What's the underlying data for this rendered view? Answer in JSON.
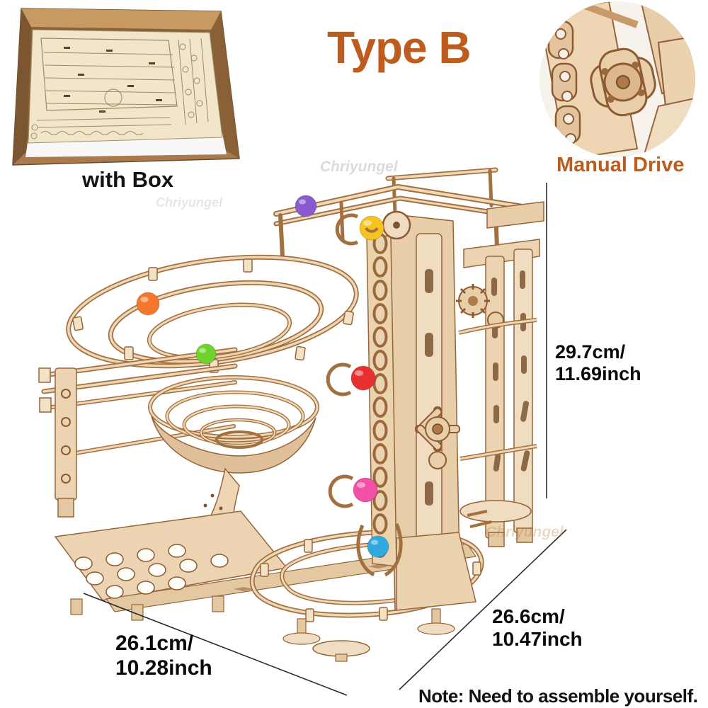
{
  "title": {
    "label": "Type B",
    "color": "#bd5c1c"
  },
  "box_inset": {
    "caption": "with Box"
  },
  "drive_inset": {
    "caption": "Manual Drive",
    "color": "#bd5c1c"
  },
  "dimensions": {
    "height": {
      "metric": "29.7cm/",
      "imperial": "11.69inch"
    },
    "length": {
      "metric": "26.1cm/",
      "imperial": "10.28inch"
    },
    "depth": {
      "metric": "26.6cm/",
      "imperial": "10.47inch"
    }
  },
  "note": {
    "text": "Note: Need to assemble yourself."
  },
  "watermark": {
    "text": "Chriyungel"
  },
  "product": {
    "type": "3d-wooden-marble-run-puzzle",
    "wood_color": "#ecd3b0",
    "wood_edge_color": "#96653a",
    "balls": [
      {
        "name": "purple-ball",
        "color": "#8b5ad1"
      },
      {
        "name": "yellow-ball",
        "color": "#f5c41e"
      },
      {
        "name": "orange-ball",
        "color": "#f4772c"
      },
      {
        "name": "green-ball",
        "color": "#6fd32d"
      },
      {
        "name": "red-ball",
        "color": "#e93030"
      },
      {
        "name": "pink-ball",
        "color": "#f24fa7"
      },
      {
        "name": "blue-ball",
        "color": "#2fa9e0"
      }
    ]
  }
}
